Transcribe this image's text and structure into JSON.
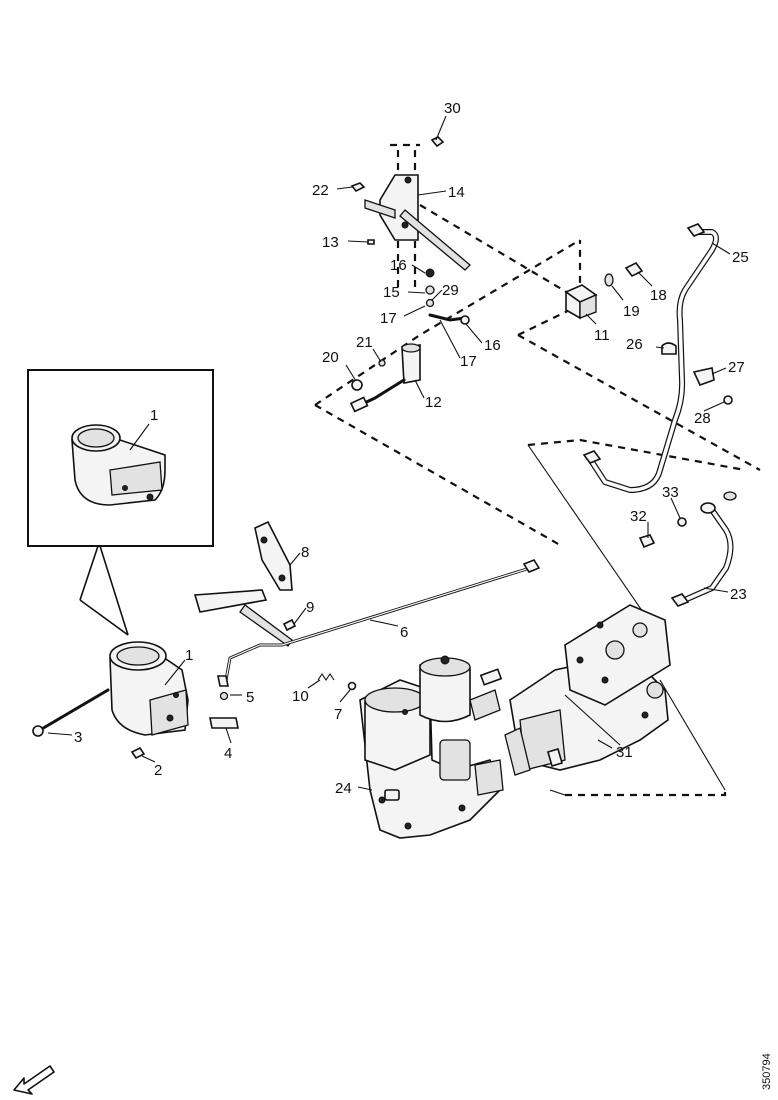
{
  "figure": {
    "reference_number": "350794",
    "callouts": [
      {
        "id": "c30",
        "text": "30"
      },
      {
        "id": "c22",
        "text": "22"
      },
      {
        "id": "c14",
        "text": "14"
      },
      {
        "id": "c13",
        "text": "13"
      },
      {
        "id": "c16a",
        "text": "16"
      },
      {
        "id": "c15",
        "text": "15"
      },
      {
        "id": "c29",
        "text": "29"
      },
      {
        "id": "c17a",
        "text": "17"
      },
      {
        "id": "c16b",
        "text": "16"
      },
      {
        "id": "c17b",
        "text": "17"
      },
      {
        "id": "c21",
        "text": "21"
      },
      {
        "id": "c20",
        "text": "20"
      },
      {
        "id": "c12",
        "text": "12"
      },
      {
        "id": "c11",
        "text": "11"
      },
      {
        "id": "c19",
        "text": "19"
      },
      {
        "id": "c18",
        "text": "18"
      },
      {
        "id": "c25",
        "text": "25"
      },
      {
        "id": "c26",
        "text": "26"
      },
      {
        "id": "c27",
        "text": "27"
      },
      {
        "id": "c28",
        "text": "28"
      },
      {
        "id": "c1a",
        "text": "1"
      },
      {
        "id": "c33",
        "text": "33"
      },
      {
        "id": "c32",
        "text": "32"
      },
      {
        "id": "c23",
        "text": "23"
      },
      {
        "id": "c8",
        "text": "8"
      },
      {
        "id": "c9",
        "text": "9"
      },
      {
        "id": "c6",
        "text": "6"
      },
      {
        "id": "c1b",
        "text": "1"
      },
      {
        "id": "c5",
        "text": "5"
      },
      {
        "id": "c10",
        "text": "10"
      },
      {
        "id": "c7",
        "text": "7"
      },
      {
        "id": "c3",
        "text": "3"
      },
      {
        "id": "c4",
        "text": "4"
      },
      {
        "id": "c2",
        "text": "2"
      },
      {
        "id": "c24",
        "text": "24"
      },
      {
        "id": "c31",
        "text": "31"
      }
    ]
  }
}
